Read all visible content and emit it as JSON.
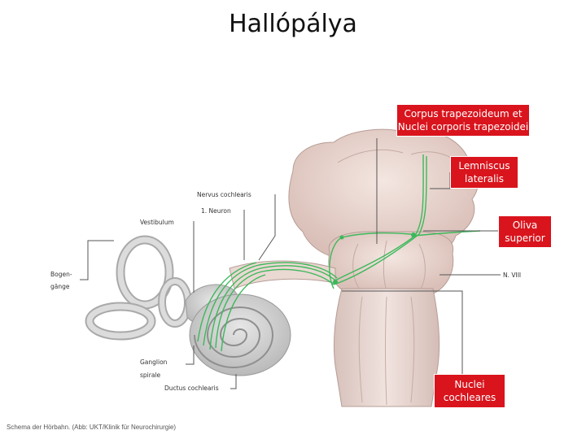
{
  "title": "Hallópálya",
  "labels": {
    "corpus": "Corpus trapezoideum et Nuclei corporis trapezoidei",
    "lemniscus": "Lemniscus lateralis",
    "oliva": "Oliva superior",
    "nuclei": "Nuclei cochleares"
  },
  "figure_labels": {
    "nervus": "Nervus cochlearis",
    "neuron": "1. Neuron",
    "vestibulum": "Vestibulum",
    "bogen1": "Bogen-",
    "bogen2": "gänge",
    "ganglion1": "Ganglion",
    "ganglion2": "spirale",
    "ductus": "Ductus cochlearis",
    "nviii": "N. VIII"
  },
  "caption": "Schema der Hörbahn. (Abb: UKT/Klinik für Neurochirurgie)",
  "colors": {
    "label_box": "#d9141d",
    "pathway": "#3cb85a",
    "tissue": "#e6d2cc",
    "bone": "#cfcfcf"
  }
}
